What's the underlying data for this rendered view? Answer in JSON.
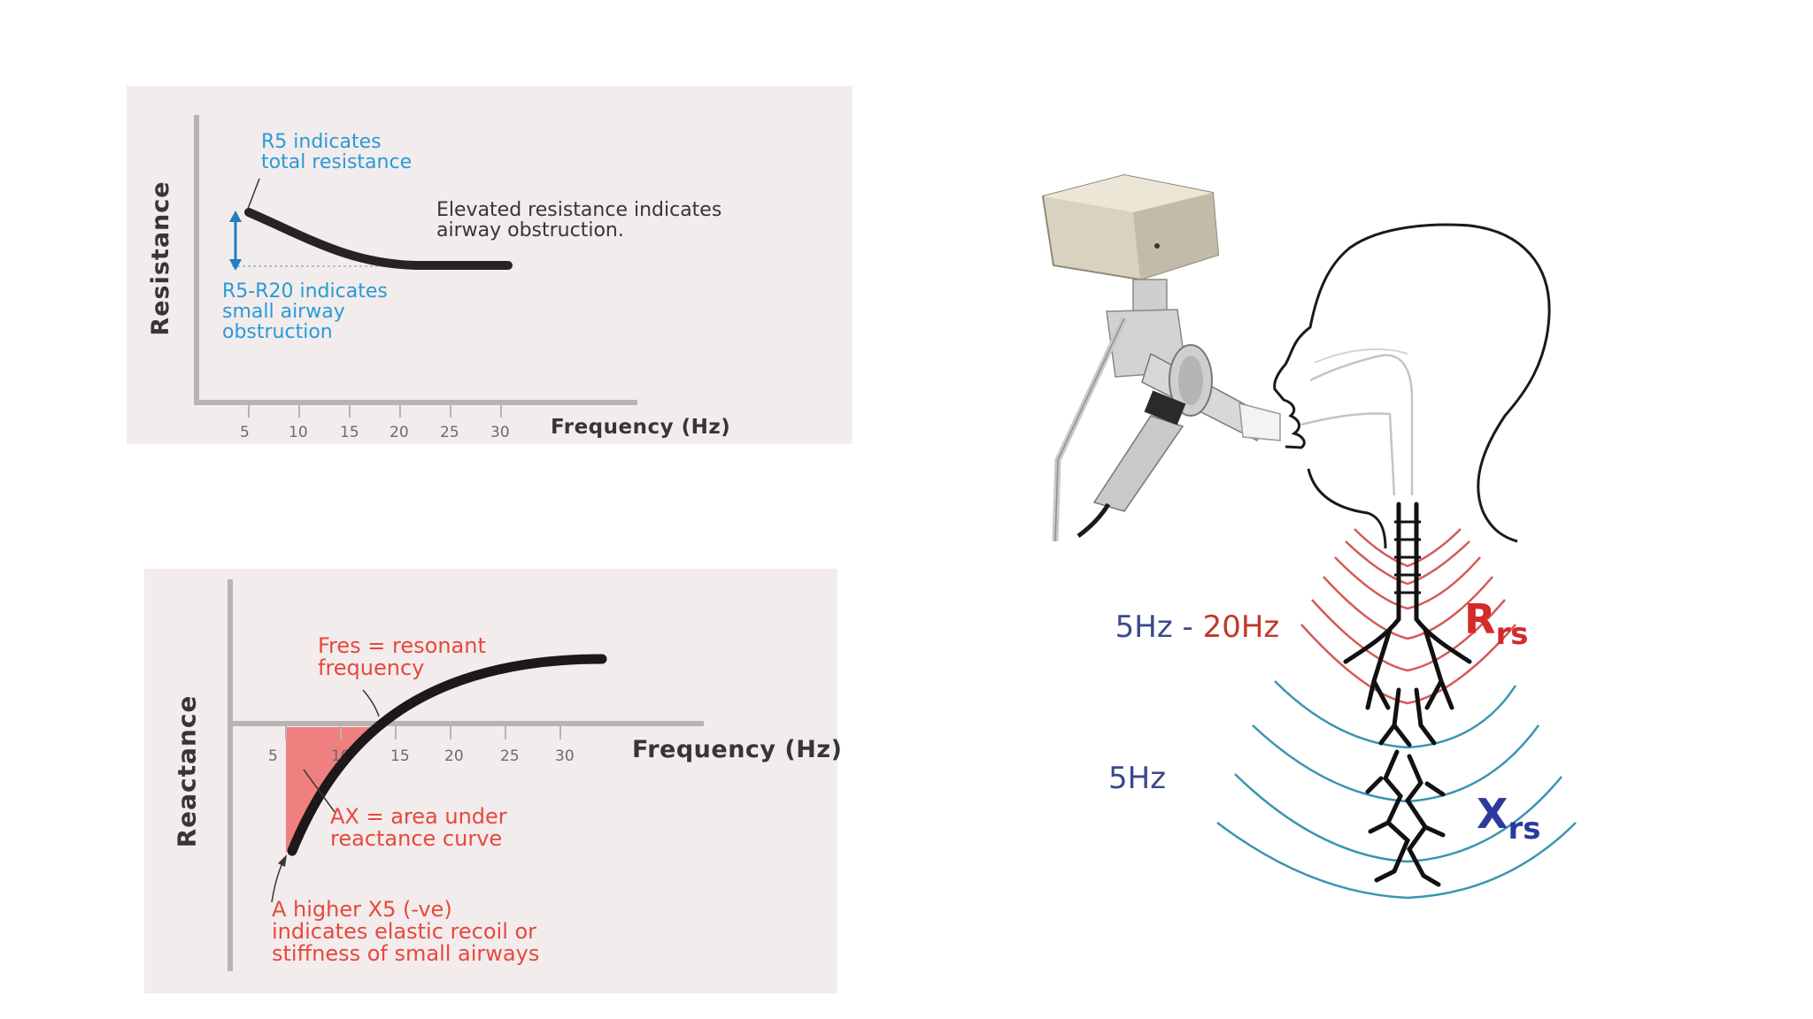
{
  "resistance_chart": {
    "ylabel": "Resistance",
    "xlabel": "Frequency (Hz)",
    "ticks": [
      "5",
      "10",
      "15",
      "20",
      "25",
      "30"
    ],
    "annotation_r5": "R5 indicates\ntotal resistance",
    "annotation_elevated": "Elevated resistance indicates\nairway obstruction.",
    "annotation_r5_r20": "R5-R20 indicates\nsmall airway\nobstruction"
  },
  "reactance_chart": {
    "ylabel": "Reactance",
    "xlabel": "Frequency (Hz)",
    "ticks": [
      "5",
      "10",
      "15",
      "20",
      "25",
      "30"
    ],
    "annotation_fres": "Fres = resonant\nfrequency",
    "annotation_ax": "AX = area under\nreactance curve",
    "annotation_x5": "A higher X5 (-ve)\nindicates elastic recoil or\nstiffness of small airways"
  },
  "illustration": {
    "label_range_a": "5Hz",
    "label_range_sep": " - ",
    "label_range_b": "20Hz",
    "label_5hz": "5Hz",
    "label_rrs_main": "R",
    "label_rrs_sub": "rs",
    "label_xrs_main": "X",
    "label_xrs_sub": "rs"
  },
  "colors": {
    "blue_annotation": "#2a9ad6",
    "red_annotation": "#e8473d",
    "rrs": "#d42a2a",
    "xrs": "#2c3a9c",
    "wave_red": "#d45a5a",
    "wave_teal": "#3a95b0",
    "ax_fill": "#f08080"
  }
}
